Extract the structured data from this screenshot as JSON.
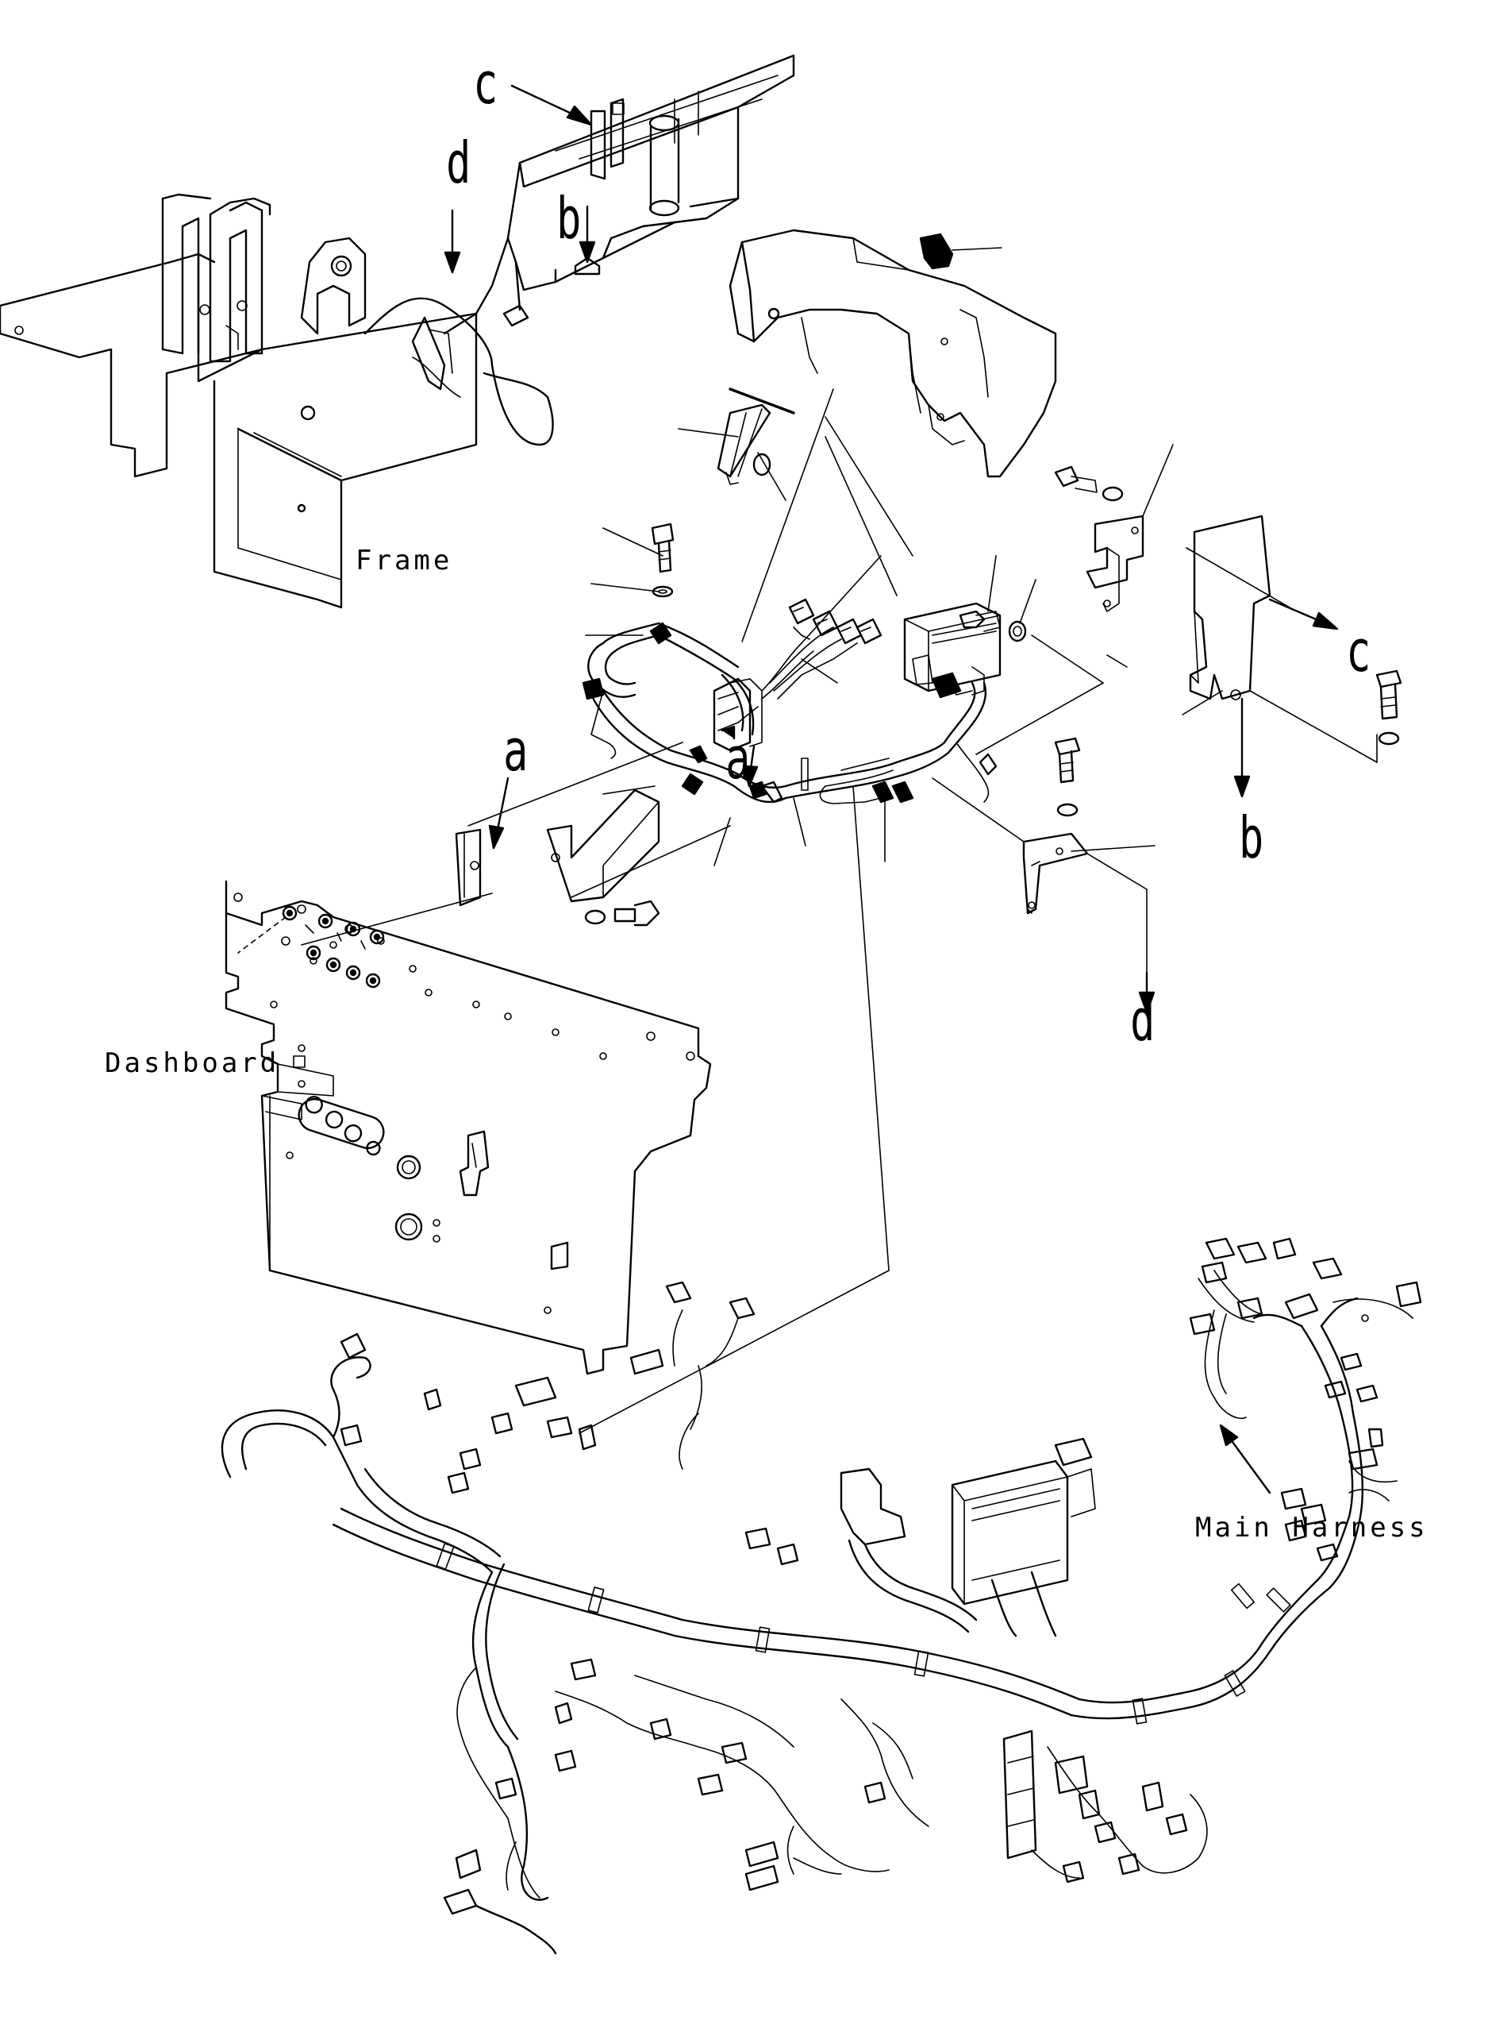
{
  "labels": {
    "frame": "Frame",
    "dashboard": "Dashboard",
    "main_harness": "Main Harness"
  },
  "callouts": {
    "a1": "a",
    "a2": "a",
    "b1": "b",
    "b2": "b",
    "c1": "c",
    "c2": "c",
    "d1": "d",
    "d2": "d"
  },
  "colors": {
    "line": "#000000",
    "background": "#ffffff"
  }
}
